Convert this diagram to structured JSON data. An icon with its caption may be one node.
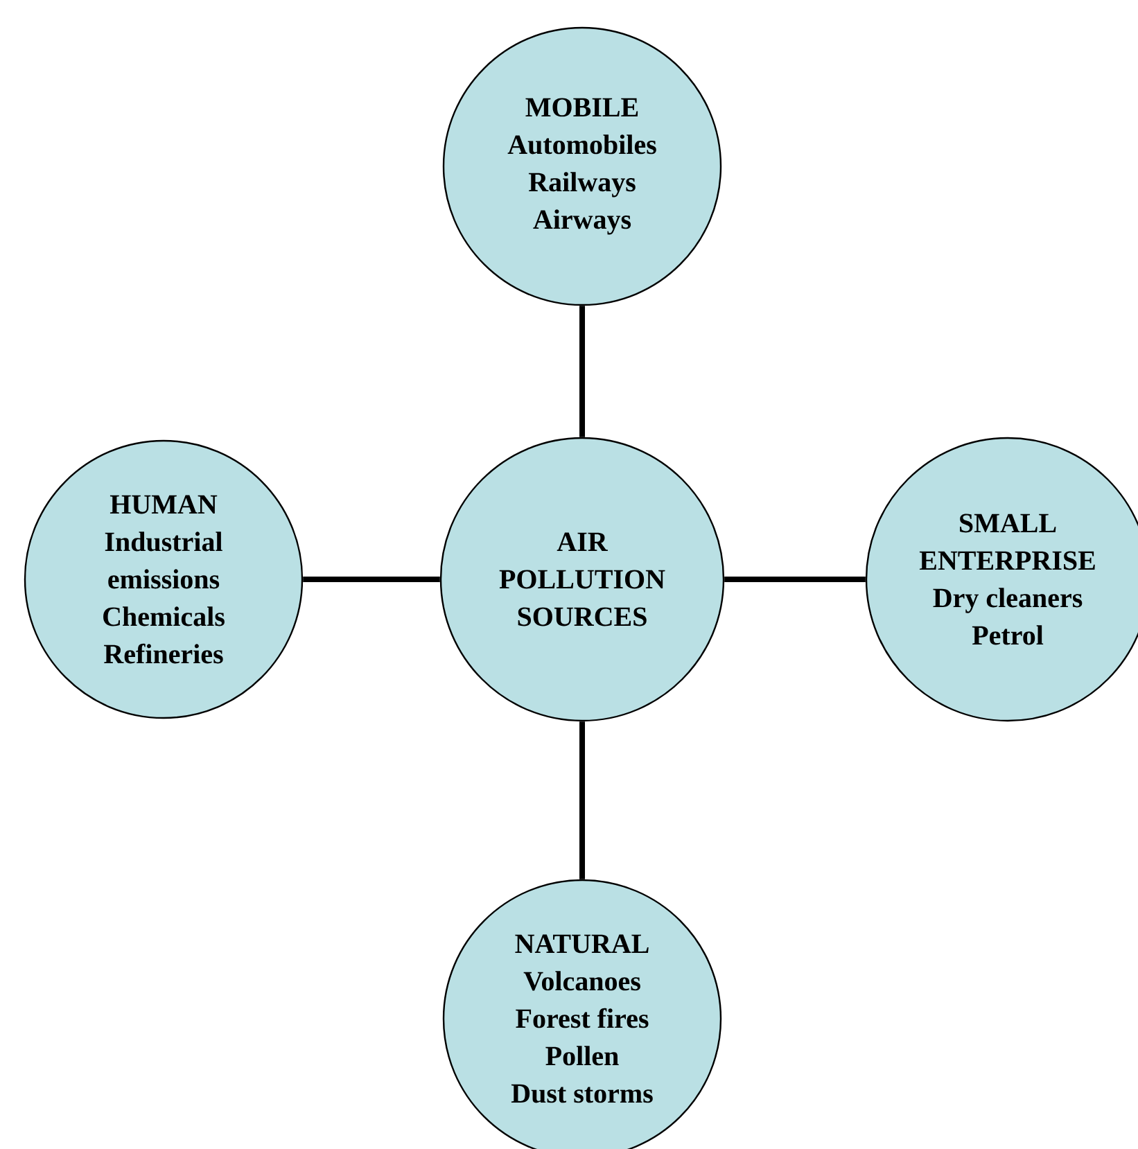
{
  "diagram": {
    "nodes": [
      {
        "text": [
          "AIR POLLUTION SOURCES"
        ]
      },
      {
        "text": [
          "MOBILE",
          "Automobiles",
          "Railways",
          "Airways"
        ]
      },
      {
        "text": [
          "HUMAN",
          "Industrial emissions",
          "Chemicals",
          "Refineries"
        ]
      },
      {
        "text": [
          "SMALL ENTERPRISE",
          "Dry cleaners",
          "Petrol"
        ]
      },
      {
        "text": [
          "NATURAL",
          "Volcanoes",
          "Forest fires",
          "Pollen",
          "Dust storms"
        ]
      }
    ],
    "edges": [
      {
        "from": 0,
        "to": 1,
        "arrow": "none"
      },
      {
        "from": 0,
        "to": 2,
        "arrow": "none"
      },
      {
        "from": 0,
        "to": 3,
        "arrow": "none"
      },
      {
        "from": 0,
        "to": 4,
        "arrow": "none"
      }
    ]
  }
}
